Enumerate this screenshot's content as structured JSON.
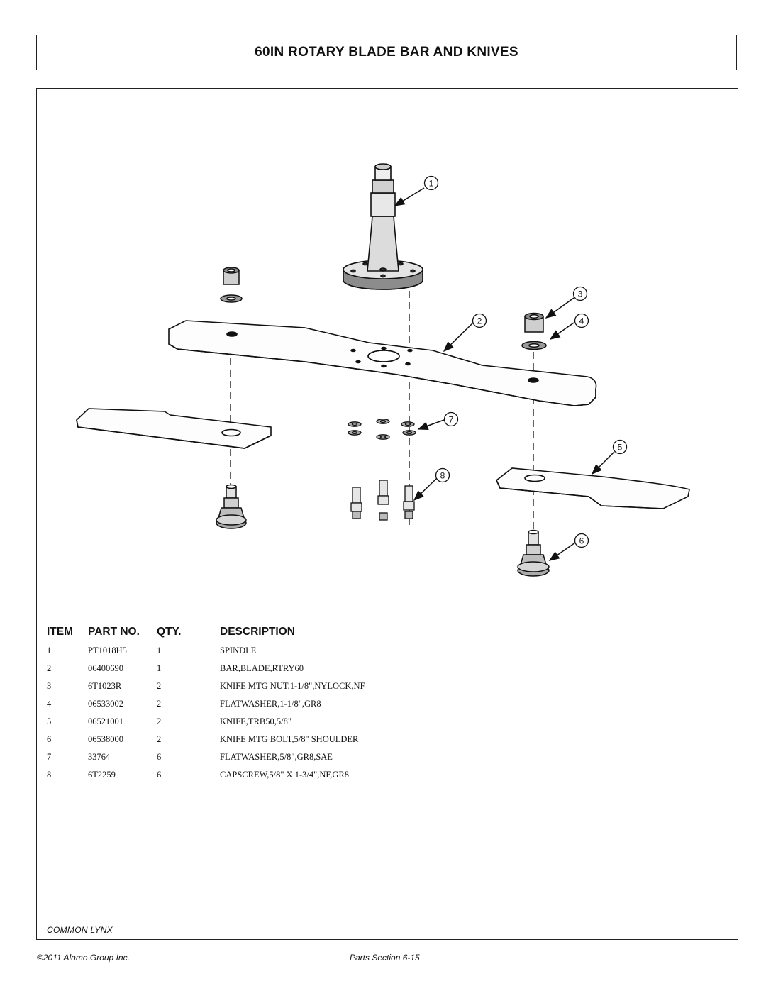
{
  "header": {
    "title": "60IN ROTARY BLADE BAR AND KNIVES"
  },
  "diagram": {
    "callouts": [
      "1",
      "2",
      "3",
      "4",
      "5",
      "6",
      "7",
      "8"
    ]
  },
  "parts_table": {
    "columns": {
      "item": "ITEM",
      "part_no": "PART NO.",
      "qty": "QTY.",
      "description": "DESCRIPTION"
    },
    "rows": [
      {
        "item": "1",
        "part_no": "PT1018H5",
        "qty": "1",
        "description": "SPINDLE"
      },
      {
        "item": "2",
        "part_no": "06400690",
        "qty": "1",
        "description": "BAR,BLADE,RTRY60"
      },
      {
        "item": "3",
        "part_no": "6T1023R",
        "qty": "2",
        "description": "KNIFE MTG NUT,1-1/8\",NYLOCK,NF"
      },
      {
        "item": "4",
        "part_no": "06533002",
        "qty": "2",
        "description": "FLATWASHER,1-1/8\",GR8"
      },
      {
        "item": "5",
        "part_no": "06521001",
        "qty": "2",
        "description": "KNIFE,TRB50,5/8\""
      },
      {
        "item": "6",
        "part_no": "06538000",
        "qty": "2",
        "description": "KNIFE MTG BOLT,5/8\" SHOULDER"
      },
      {
        "item": "7",
        "part_no": "33764",
        "qty": "6",
        "description": "FLATWASHER,5/8\",GR8,SAE"
      },
      {
        "item": "8",
        "part_no": "6T2259",
        "qty": "6",
        "description": "CAPSCREW,5/8\" X 1-3/4\",NF,GR8"
      }
    ]
  },
  "footer": {
    "model": "COMMON LYNX",
    "copyright": "©2011 Alamo Group Inc.",
    "page": "Parts Section 6-15"
  }
}
